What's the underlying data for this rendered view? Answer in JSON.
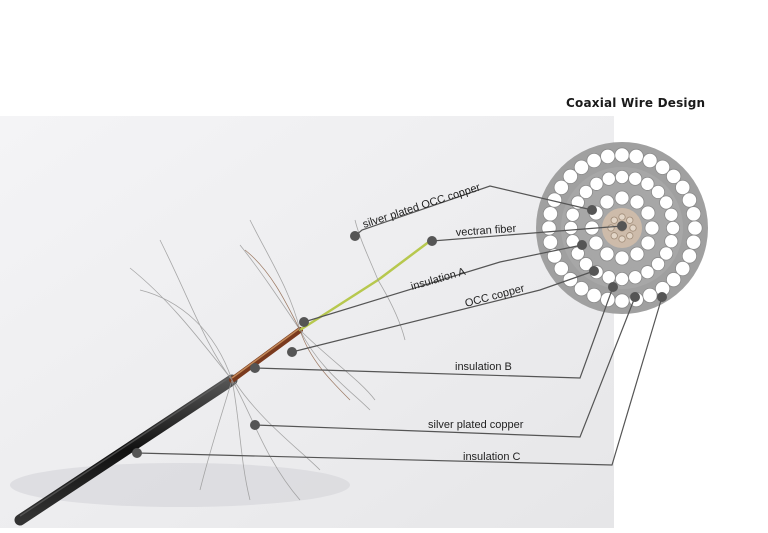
{
  "diagram": {
    "title": "Coaxial Wire Design",
    "labels": {
      "silver_plated_occ_copper": "silver plated OCC copper",
      "vectran_fiber": "vectran fiber",
      "insulation_a": "insulation A",
      "occ_copper": "OCC copper",
      "insulation_b": "insulation B",
      "silver_plated_copper": "silver plated copper",
      "insulation_c": "insulation C"
    },
    "colors": {
      "leader_line": "#555555",
      "dot": "#555555",
      "cable_jacket": "#1c1c1c",
      "copper": "#8a4a2a",
      "vectran": "#b5c54a",
      "cross_section_bg": "#9e9e9e",
      "core": "#c9b8a8"
    }
  }
}
